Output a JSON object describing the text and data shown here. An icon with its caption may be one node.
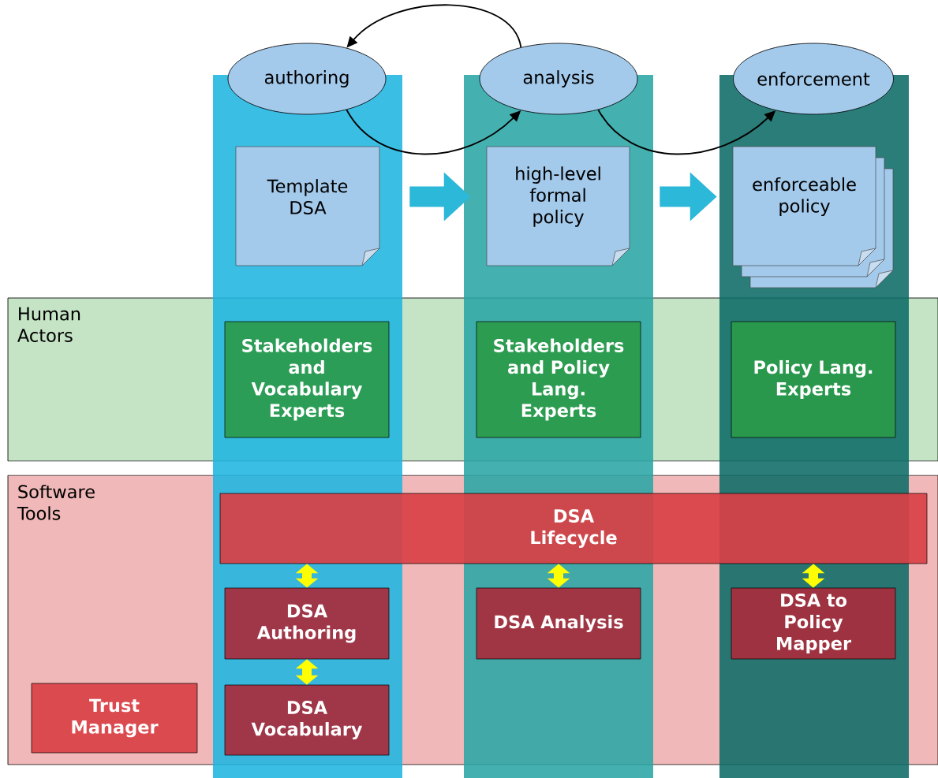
{
  "diagram": {
    "nodes": [
      {
        "text": [
          "authoring"
        ]
      },
      {
        "text": [
          "analysis"
        ]
      },
      {
        "text": [
          "enforcement"
        ]
      },
      {
        "text": [],
        "shape": "bar"
      },
      {
        "text": [],
        "shape": "bar"
      },
      {
        "text": [],
        "shape": "bar"
      },
      {
        "text": [
          "Template DSA"
        ],
        "in": 3
      },
      {
        "text": [
          "high-level formal policy"
        ],
        "in": 4
      },
      {
        "text": [
          "enforceable policy"
        ],
        "in": 5
      },
      {
        "text": [
          "Human Actors"
        ]
      },
      {
        "text": [
          "Stakeholders and Vocabulary Experts"
        ]
      },
      {
        "text": [
          "Stakeholders and Policy Lang. Experts"
        ]
      },
      {
        "text": [
          "Policy Lang. Experts"
        ]
      },
      {
        "text": [
          "Software Tools"
        ]
      },
      {
        "text": [
          "DSA Lifecycle"
        ],
        "in": 13
      },
      {
        "text": [
          "DSA Authoring"
        ]
      },
      {
        "text": [
          "DSA Analysis"
        ]
      },
      {
        "text": [
          "DSA to Policy Mapper"
        ]
      },
      {
        "text": [
          "Trust Manager"
        ],
        "in": 13
      },
      {
        "text": [
          "DSA Vocabulary"
        ]
      }
    ],
    "edges": [
      {
        "from": 1,
        "to": 0,
        "arrow": "to",
        "color": "#000000"
      },
      {
        "from": 0,
        "to": 1,
        "arrow": "to",
        "color": "#000000"
      },
      {
        "from": 1,
        "to": 2,
        "arrow": "to",
        "color": "#000000"
      },
      {
        "from": 6,
        "to": 7,
        "arrow": "to",
        "style": "thick",
        "color": "#2cb8d8"
      },
      {
        "from": 7,
        "to": 8,
        "arrow": "to",
        "style": "thick",
        "color": "#2cb8d8"
      },
      {
        "from": 14,
        "to": 15,
        "arrow": "both",
        "color": "#ffff00"
      },
      {
        "from": 14,
        "to": 16,
        "arrow": "both",
        "color": "#ffff00"
      },
      {
        "from": 14,
        "to": 17,
        "arrow": "both",
        "color": "#ffff00"
      },
      {
        "from": 15,
        "to": 19,
        "arrow": "both",
        "color": "#ffff00"
      }
    ]
  }
}
